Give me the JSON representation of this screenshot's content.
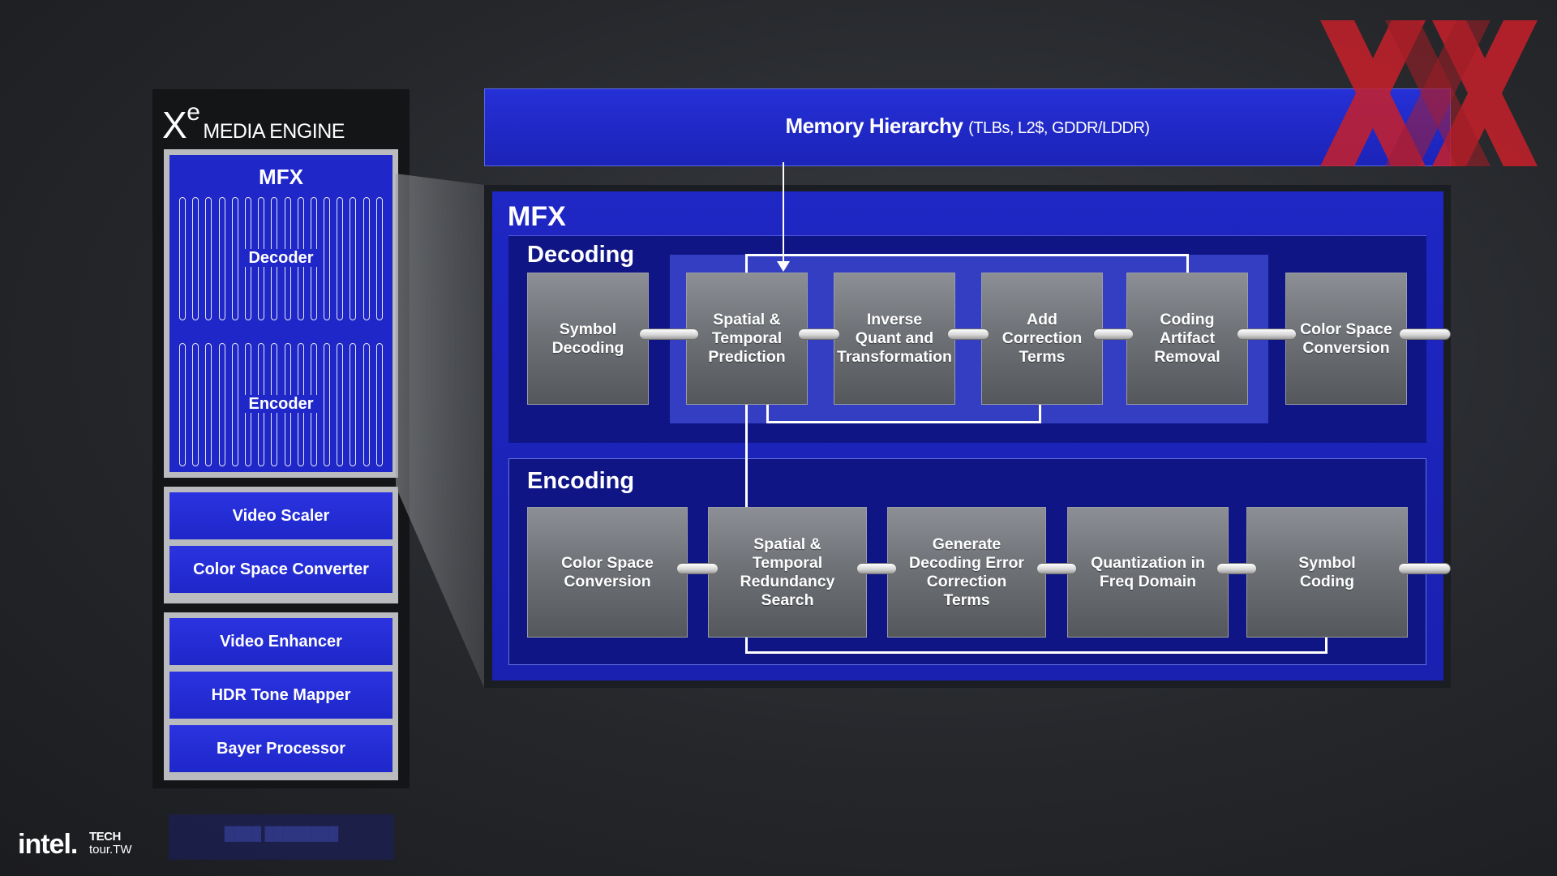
{
  "engine": {
    "title_x": "X",
    "title_e": "e",
    "title_rest": "MEDIA ENGINE",
    "mfx_label": "MFX",
    "decoder_label": "Decoder",
    "encoder_label": "Encoder",
    "blocks_top": [
      "Video Scaler",
      "Color Space Converter"
    ],
    "blocks_bottom": [
      "Video Enhancer",
      "HDR Tone Mapper",
      "Bayer Processor"
    ],
    "ghost_label": "████ ████████"
  },
  "memory": {
    "title": "Memory Hierarchy",
    "subtitle": "(TLBs, L2$, GDDR/LDDR)"
  },
  "mfx": {
    "label": "MFX",
    "decoding": {
      "label": "Decoding",
      "nodes": [
        "Symbol\nDecoding",
        "Spatial &\nTemporal\nPrediction",
        "Inverse\nQuant and\nTransformation",
        "Add\nCorrection\nTerms",
        "Coding\nArtifact\nRemoval",
        "Color Space\nConversion"
      ]
    },
    "encoding": {
      "label": "Encoding",
      "nodes": [
        "Color Space\nConversion",
        "Spatial &\nTemporal\nRedundancy\nSearch",
        "Generate\nDecoding Error\nCorrection\nTerms",
        "Quantization in\nFreq Domain",
        "Symbol\nCoding"
      ]
    }
  },
  "branding": {
    "intel": "intel.",
    "tech": "TECH",
    "tour": "tour.TW"
  },
  "colors": {
    "accent_blue": "#1f27c8",
    "panel_blue": "#0f1585",
    "watermark_red": "#c8202a"
  },
  "icons": [
    "xx-watermark-logo",
    "intel-logo"
  ]
}
